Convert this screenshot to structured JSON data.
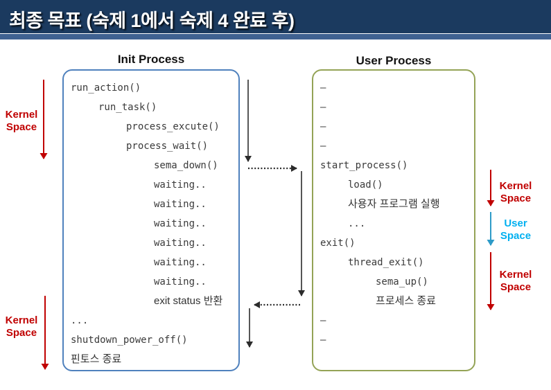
{
  "title_bar": {
    "title": "최종 목표 (숙제 1에서 숙제 4 완료 후)"
  },
  "init_process": {
    "title": "Init Process",
    "lines": [
      "run_action()",
      "run_task()",
      "process_excute()",
      "process_wait()",
      "sema_down()",
      "waiting..",
      "waiting..",
      "waiting..",
      "waiting..",
      "waiting..",
      "waiting..",
      "exit status 반환",
      "...",
      "shutdown_power_off()",
      "핀토스 종료"
    ]
  },
  "user_process": {
    "title": "User Process",
    "lines": [
      "—",
      "—",
      "—",
      "—",
      "start_process()",
      "load()",
      "사용자 프로그램 실행",
      "...",
      "exit()",
      "thread_exit()",
      "sema_up()",
      "프로세스 종료",
      "—",
      "—"
    ]
  },
  "space_labels": {
    "left_top": "Kernel Space",
    "left_bottom": "Kernel Space",
    "right_top": "Kernel Space",
    "right_middle": "User Space",
    "right_bottom": "Kernel Space"
  },
  "colors": {
    "title_bar_bg": "#1b3a5f",
    "title_bar_stripe": "#3f6191",
    "kernel_space_red": "#c00000",
    "user_space_cyan": "#00b0f0",
    "init_box_border": "#4f81bd",
    "user_box_border": "#94a356",
    "arrow_black": "#2b2b2b"
  }
}
